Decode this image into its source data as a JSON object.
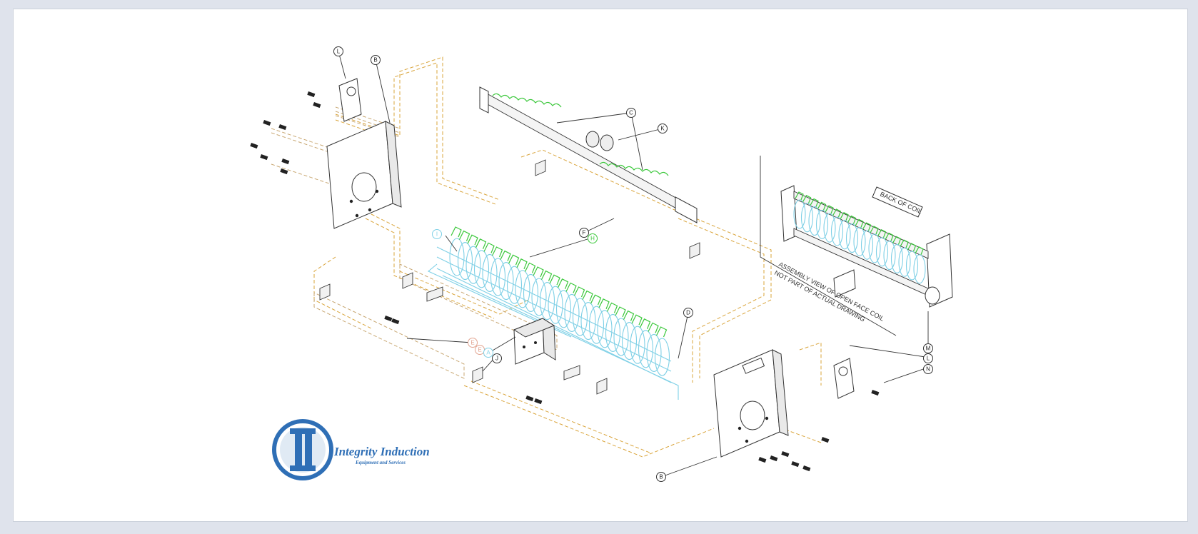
{
  "brand": {
    "name": "Integrity Induction",
    "tagline": "Equipment and Services",
    "color": "#2f6fb6"
  },
  "assembly_note": {
    "line1": "ASSEMBLY VIEW OF OPEN FACE COIL",
    "line2": "NOT PART OF ACTUAL DRAWING"
  },
  "back_label": "BACK OF COIL",
  "callouts": {
    "L_top": "L",
    "B_top": "B",
    "C": "C",
    "K": "K",
    "F": "F",
    "H": "H",
    "I": "I",
    "D": "D",
    "E1": "E",
    "E2": "E",
    "A": "A",
    "J": "J",
    "M": "M",
    "L_right": "L",
    "N": "N",
    "B_bottom": "B"
  },
  "colors": {
    "coil": "#7fd0e6",
    "fins": "#3bc83b",
    "hidden_lines": "#d9a43a",
    "frame_lines": "#c8a772"
  }
}
